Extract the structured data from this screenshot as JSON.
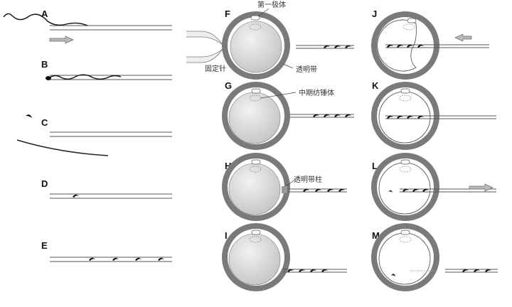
{
  "panels": {
    "A": "A",
    "B": "B",
    "C": "C",
    "D": "D",
    "E": "E",
    "F": "F",
    "G": "G",
    "H": "H",
    "I": "I",
    "J": "J",
    "K": "K",
    "L": "L",
    "M": "M"
  },
  "annotations": {
    "polar_body": "第一极体",
    "holding_pipette": "固定针",
    "zona_pellucida": "透明带",
    "metaphase_spindle": "中期纺锤体",
    "zona_column": "透明带柱"
  },
  "colors": {
    "zona": "#7a7a7a",
    "egg": "#d8d8d8",
    "arrow": "#999999"
  }
}
